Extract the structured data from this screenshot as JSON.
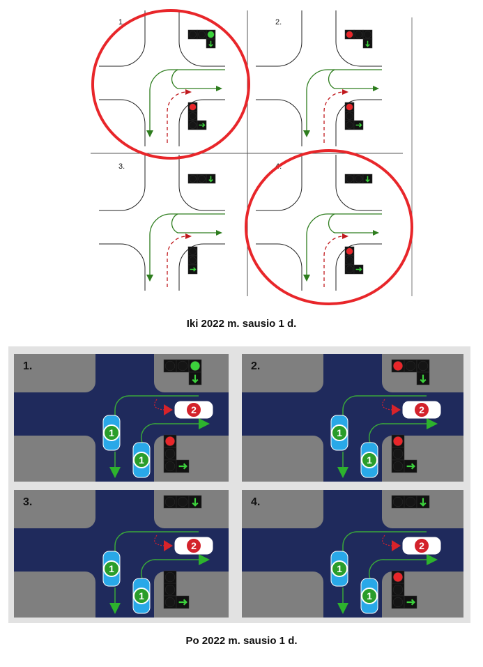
{
  "top": {
    "caption": "Iki 2022 m. sausio 1 d.",
    "panels": [
      {
        "label": "1.",
        "top_light": [
          "off",
          "off",
          "green"
        ],
        "top_arrow": true,
        "bottom_light": [
          "red",
          "off",
          "off"
        ],
        "bottom_arrow": true,
        "highlighted": true
      },
      {
        "label": "2.",
        "top_light": [
          "red",
          "off",
          "off"
        ],
        "top_arrow": true,
        "bottom_light": [
          "red",
          "off",
          "off"
        ],
        "bottom_arrow": true,
        "highlighted": false
      },
      {
        "label": "3.",
        "top_light": [
          "off",
          "off",
          "arrow"
        ],
        "top_arrow": false,
        "bottom_light": [
          "off",
          "off",
          "arrow"
        ],
        "bottom_arrow": false,
        "highlighted": false
      },
      {
        "label": "4.",
        "top_light": [
          "off",
          "off",
          "arrow"
        ],
        "top_arrow": false,
        "bottom_light": [
          "red",
          "off",
          "off"
        ],
        "bottom_arrow": true,
        "highlighted": true
      }
    ]
  },
  "bottom": {
    "caption": "Po 2022 m. sausio 1 d.",
    "car_badges": {
      "turning": "1",
      "oncoming": "2"
    },
    "panels": [
      {
        "label": "1.",
        "top_light": [
          "off",
          "off",
          "green"
        ],
        "top_arrow": true,
        "bottom_light": [
          "red",
          "off",
          "off"
        ],
        "bottom_arrow": true
      },
      {
        "label": "2.",
        "top_light": [
          "red",
          "off",
          "off"
        ],
        "top_arrow": true,
        "bottom_light": [
          "red",
          "off",
          "off"
        ],
        "bottom_arrow": true
      },
      {
        "label": "3.",
        "top_light": [
          "off",
          "off",
          "arrow"
        ],
        "top_arrow": false,
        "bottom_light": [
          "off",
          "off",
          "off"
        ],
        "bottom_arrow": true
      },
      {
        "label": "4.",
        "top_light": [
          "off",
          "off",
          "arrow"
        ],
        "top_arrow": false,
        "bottom_light": [
          "red",
          "off",
          "off"
        ],
        "bottom_arrow": true
      }
    ]
  },
  "colors": {
    "red": "#e8262a",
    "green": "#2e7d1e",
    "light_green": "#3cd23c",
    "road": "#1f2a5c",
    "ground": "#7f7f7f",
    "car_blue": "#29a8e8",
    "frame": "#e2e2e2"
  }
}
